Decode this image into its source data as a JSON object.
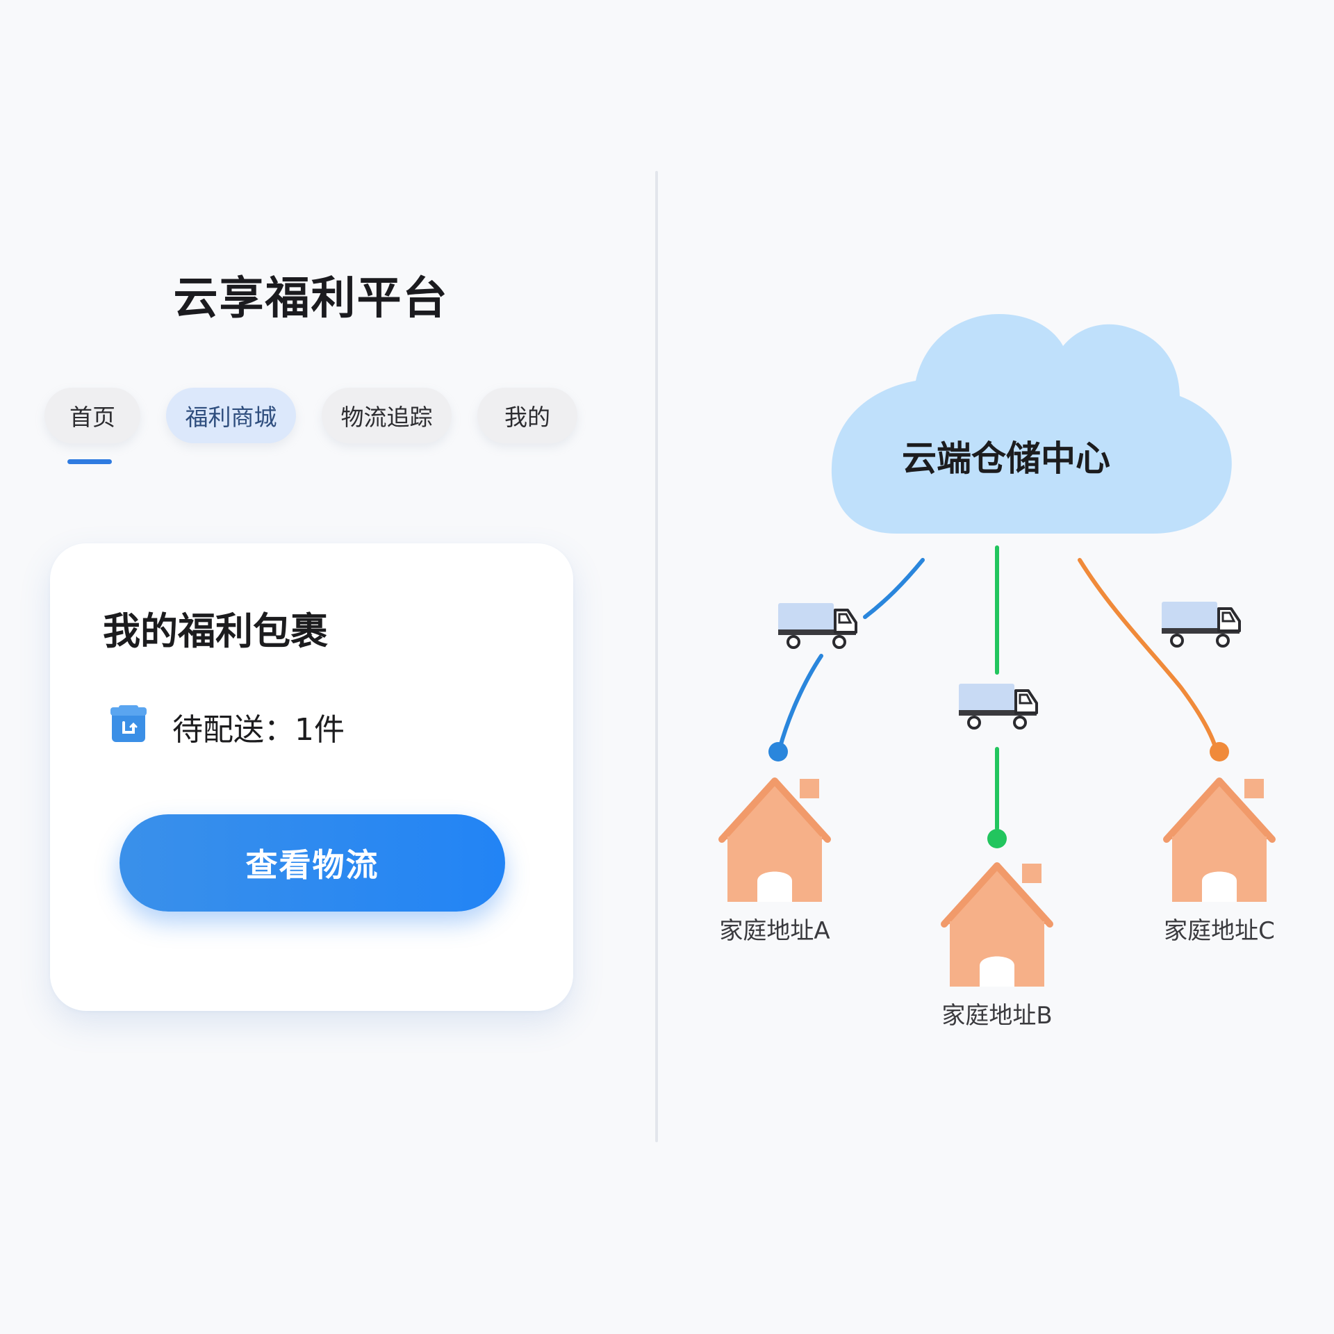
{
  "app": {
    "title": "云享福利平台"
  },
  "nav": {
    "tabs": [
      {
        "label": "首页",
        "active": false
      },
      {
        "label": "福利商城",
        "active": true
      },
      {
        "label": "物流追踪",
        "active": false
      },
      {
        "label": "我的",
        "active": false
      }
    ]
  },
  "card": {
    "title": "我的福利包裹",
    "status": "待配送：1件",
    "button_label": "查看物流"
  },
  "diagram": {
    "center_label": "云端仓储中心",
    "destinations": [
      {
        "label": "家庭地址A",
        "route_color": "#2a86dc"
      },
      {
        "label": "家庭地址B",
        "route_color": "#22c55e"
      },
      {
        "label": "家庭地址C",
        "route_color": "#f08a3a"
      }
    ],
    "colors": {
      "cloud": "#bfe0fb",
      "house": "#f6b088",
      "truck_cargo": "#c8daf4"
    }
  },
  "theme": {
    "accent": "#2284f5",
    "tab_active_bg": "#dce8fb",
    "tab_bg": "#efeff1"
  }
}
